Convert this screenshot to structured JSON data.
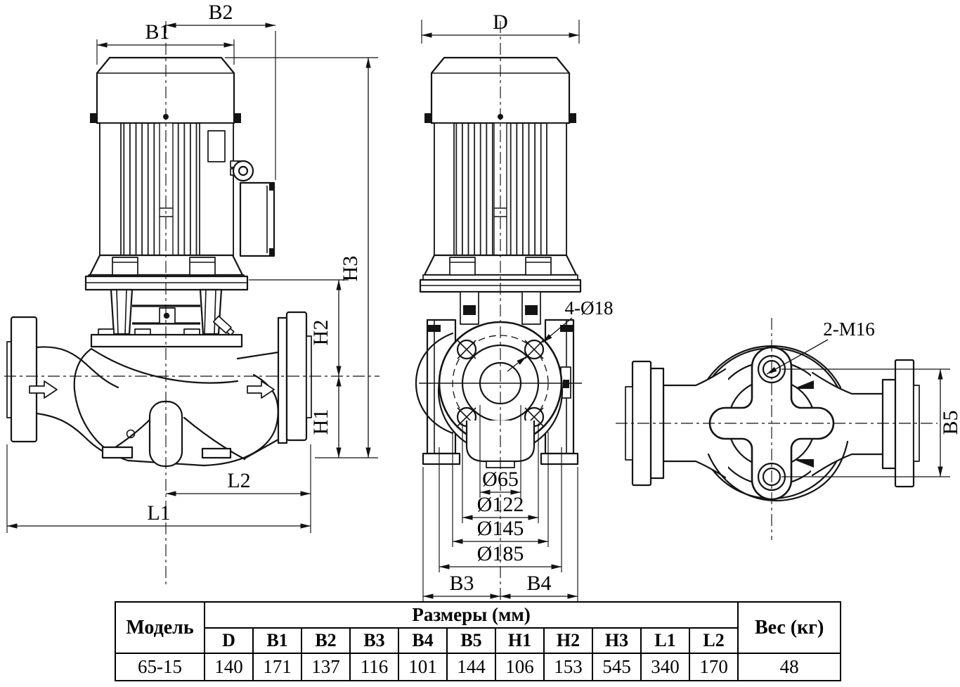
{
  "drawing": {
    "dim_labels": {
      "b1": "B1",
      "b2": "B2",
      "d": "D",
      "h1": "H1",
      "h2": "H2",
      "h3": "H3",
      "l1": "L1",
      "l2": "L2",
      "b3": "B3",
      "b4": "B4",
      "b5": "B5",
      "dia_65": "Ø65",
      "dia_122": "Ø122",
      "dia_145": "Ø145",
      "dia_185": "Ø185",
      "flange_holes": "4-Ø18",
      "mounting_threads": "2-M16"
    }
  },
  "table": {
    "model_header": "Модель",
    "dimensions_header": "Размеры (мм)",
    "weight_header": "Вес (кг)",
    "dim_columns": [
      "D",
      "B1",
      "B2",
      "B3",
      "B4",
      "B5",
      "H1",
      "H2",
      "H3",
      "L1",
      "L2"
    ],
    "row": {
      "model": "65-15",
      "values": [
        "140",
        "171",
        "137",
        "116",
        "101",
        "144",
        "106",
        "153",
        "545",
        "340",
        "170"
      ],
      "weight": "48"
    }
  }
}
